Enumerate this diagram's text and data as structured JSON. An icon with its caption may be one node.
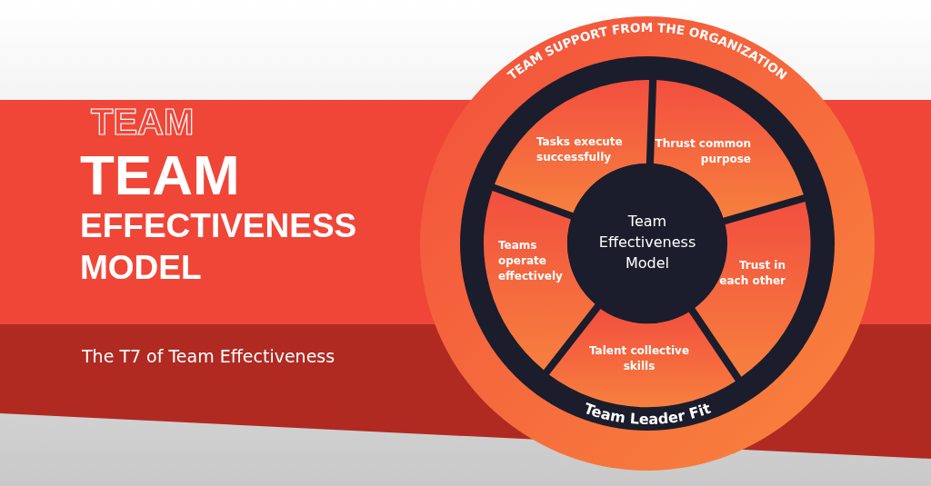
{
  "diagram": {
    "title": "TEAM EFFECTIVENESS MODEL",
    "nodes": [
      {
        "text": [
          "TEAM SUPPORT FROM THE ORGANIZATION"
        ]
      },
      {
        "text": [
          "Team Leader Fit"
        ],
        "in": 0
      },
      {
        "text": [
          "Tasks execute successfully"
        ],
        "in": 1
      },
      {
        "text": [
          "Thrust common purpose"
        ],
        "in": 1
      },
      {
        "text": [
          "Teams operate effectively"
        ],
        "in": 1
      },
      {
        "text": [
          "Trust in each other"
        ],
        "in": 1
      },
      {
        "text": [
          "Talent collective skills"
        ],
        "in": 1
      },
      {
        "text": [
          "Team Effectiveness Model"
        ],
        "in": 1
      }
    ],
    "labels": [
      "TEAM",
      "The T7 of Team Effectiveness"
    ]
  }
}
